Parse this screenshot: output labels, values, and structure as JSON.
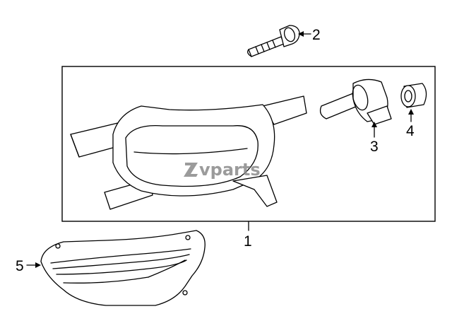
{
  "callouts": {
    "assembly": "1",
    "bolt": "2",
    "bulb": "3",
    "grommet": "4",
    "bezel": "5"
  },
  "watermark": {
    "text": "vparts"
  }
}
